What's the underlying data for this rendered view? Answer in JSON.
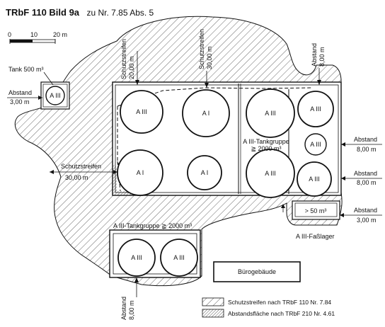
{
  "title": {
    "bold": "TRbF 110 Bild 9a",
    "rest": "zu Nr. 7.85 Abs. 5"
  },
  "scale": {
    "labels": [
      "0",
      "10",
      "20 m"
    ]
  },
  "labels": {
    "tank500": "Tank 500 m³",
    "abstand_left": "Abstand",
    "abstand_left_val": "3,00 m",
    "schutz_top1": "Schutzstreifen",
    "schutz_top1_val": "20,00 m",
    "schutz_top2": "Schutzstreifen",
    "schutz_top2_val": "30,00 m",
    "abstand_top_right": "Abstand",
    "abstand_top_right_val": "8,00 m",
    "tankgruppe_right": "A III-Tankgruppe",
    "tankgruppe_right_val": "≧ 2000 m³",
    "abstand_r1": "Abstand",
    "abstand_r1_val": "8,00 m",
    "schutz_left": "Schutzstreifen",
    "schutz_left_val": "30,00 m",
    "abstand_r2": "Abstand",
    "abstand_r2_val": "8,00 m",
    "fasslager_box": "> 50 m³",
    "abstand_r3": "Abstand",
    "abstand_r3_val": "3,00 m",
    "fasslager": "A III-Faßlager",
    "tankgruppe_bottom": "A III-Tankgruppe ≧ 2000 m³",
    "buero": "Bürogebäude",
    "abstand_bottom": "Abstand",
    "abstand_bottom_val": "8,00 m"
  },
  "tanks": [
    {
      "id": "tank-500",
      "label": "A III"
    },
    {
      "id": "tank-a3-tl",
      "label": "A III"
    },
    {
      "id": "tank-a1-top",
      "label": "A I"
    },
    {
      "id": "tank-a1-bl",
      "label": "A I"
    },
    {
      "id": "tank-a1-small",
      "label": "A I"
    },
    {
      "id": "tank-a3-r-top",
      "label": "A III"
    },
    {
      "id": "tank-a3-r-bot",
      "label": "A III"
    },
    {
      "id": "tank-a3-fr-top",
      "label": "A III"
    },
    {
      "id": "tank-a3-fr-mid",
      "label": "A III"
    },
    {
      "id": "tank-a3-fr-bot",
      "label": "A III"
    },
    {
      "id": "tank-a3-b1",
      "label": "A III"
    },
    {
      "id": "tank-a3-b2",
      "label": "A III"
    }
  ],
  "legend": [
    {
      "text": "Schutzstreifen nach TRbF 110 Nr. 7.84",
      "pattern": "hatch-wide"
    },
    {
      "text": "Abstandsfläche nach TRbF 210 Nr. 4.61",
      "pattern": "hatch-dense"
    }
  ],
  "colors": {
    "ink": "#111111",
    "paper": "#ffffff"
  }
}
